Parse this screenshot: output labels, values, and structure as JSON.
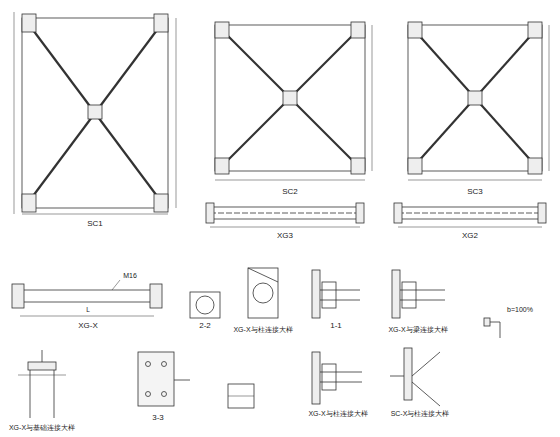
{
  "diagram": {
    "labels": [
      "SC1",
      "SC2",
      "SC3",
      "XG3",
      "XG2",
      "XG-X",
      "2-2",
      "XG-X与柱连接大样",
      "1-1",
      "XG-X与梁连接大样",
      "b=100%",
      "XG-X与基础连接大样",
      "3-3",
      "XG-X与柱连接大样",
      "SC-X与柱连接大样",
      "L",
      "M16"
    ]
  }
}
